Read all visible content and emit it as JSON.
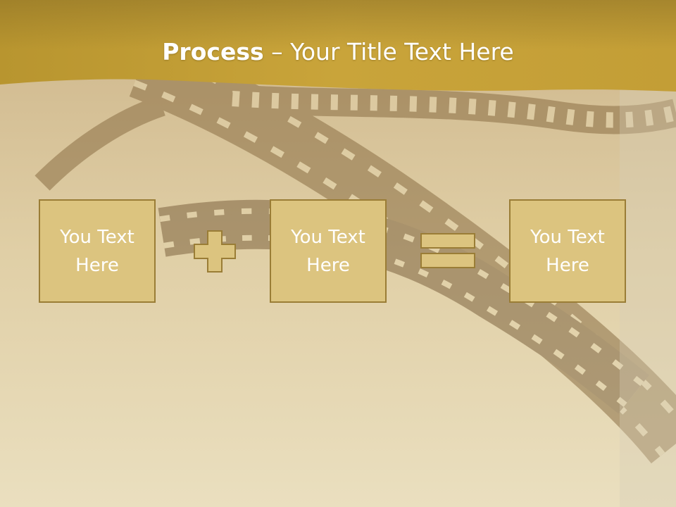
{
  "slide": {
    "title_bold": "Process",
    "title_rest": " – Your Title Text Here",
    "boxes": [
      {
        "text": "You Text\nHere"
      },
      {
        "text": "You Text\nHere"
      },
      {
        "text": "You Text\nHere"
      }
    ],
    "operators": [
      "plus-icon",
      "equals-icon"
    ],
    "colors": {
      "header_gold": "#c9a43a",
      "box_fill": "#dcc47f",
      "box_border": "#9a7d36",
      "text": "#ffffff"
    }
  }
}
